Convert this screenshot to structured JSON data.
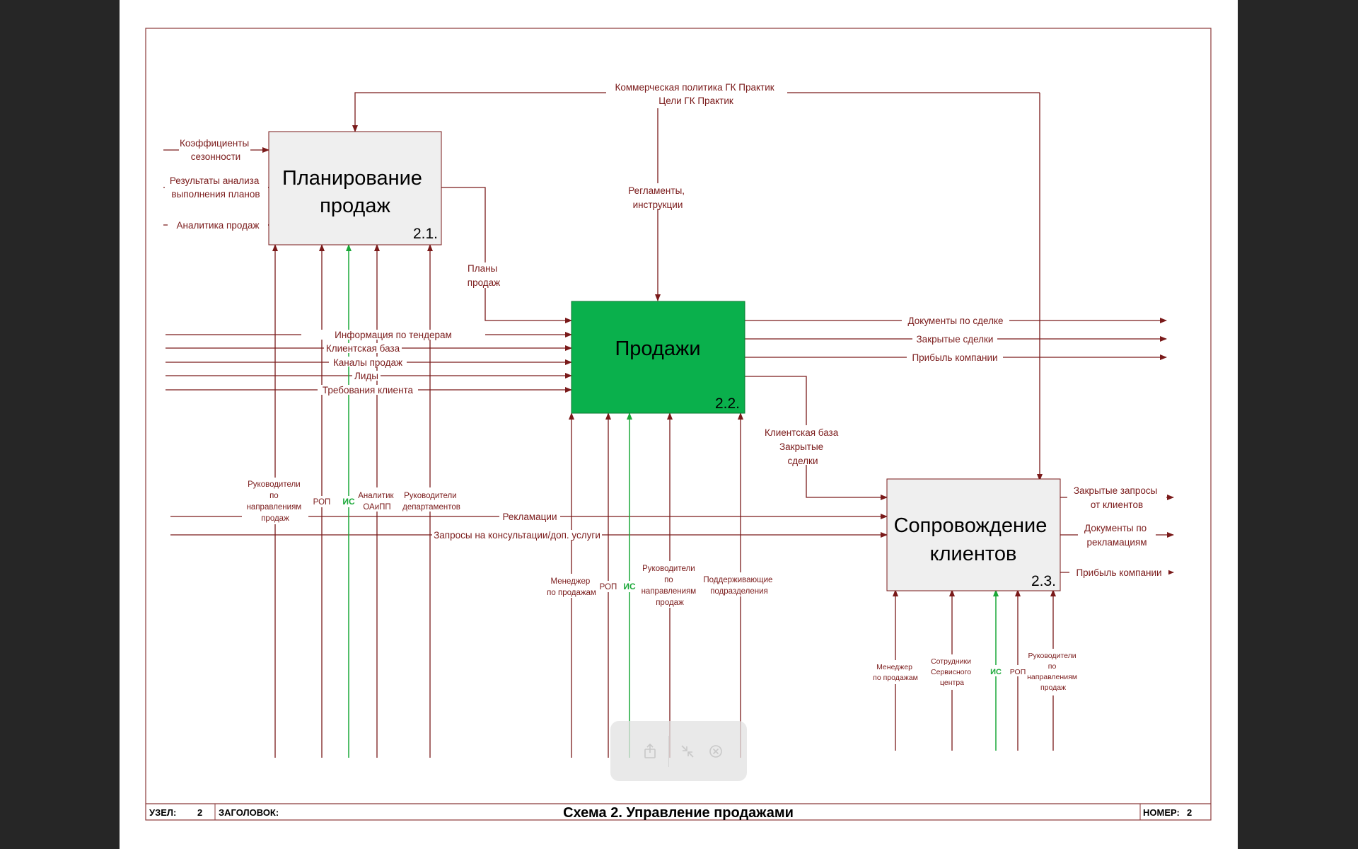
{
  "boxes": [
    {
      "title": [
        "Планирование",
        "продаж"
      ],
      "number": "2.1.",
      "color": "#efefef"
    },
    {
      "title": [
        "Продажи"
      ],
      "number": "2.2.",
      "color": "#0ab04c"
    },
    {
      "title": [
        "Сопровождение",
        "клиентов"
      ],
      "number": "2.3.",
      "color": "#efefef"
    }
  ],
  "control_top": [
    "Коммерческая политика ГК Практик",
    "Цели ГК Практик"
  ],
  "control_reglaments": [
    "Регламенты,",
    "инструкции"
  ],
  "plan_inputs": [
    [
      "Коэффициенты",
      "сезонности"
    ],
    [
      "Результаты анализа",
      "выполнения планов"
    ],
    [
      "Аналитика продаж"
    ]
  ],
  "plans_output": [
    "Планы",
    "продаж"
  ],
  "sales_inputs": [
    "Информация по тендерам",
    "Клиентская база",
    "Каналы продаж",
    "Лиды",
    "Требования клиента"
  ],
  "sales_outputs": [
    "Документы по сделке",
    "Закрытые сделки",
    "Прибыль компании"
  ],
  "sales_to_support": [
    "Клиентская база",
    "Закрытые",
    "сделки"
  ],
  "support_inputs": [
    "Рекламации",
    "Запросы на консультации/доп. услуги"
  ],
  "support_outputs": [
    [
      "Закрытые запросы",
      "от клиентов"
    ],
    [
      "Документы по",
      "рекламациям"
    ],
    [
      "Прибыль компании"
    ]
  ],
  "plan_mechanisms": [
    [
      "Руководители",
      "по",
      "направлениям",
      "продаж"
    ],
    [
      "РОП"
    ],
    [
      "ИС"
    ],
    [
      "Аналитик",
      "ОАиПП"
    ],
    [
      "Руководители",
      "департаментов"
    ]
  ],
  "sales_mechanisms": [
    [
      "Менеджер",
      "по продажам"
    ],
    [
      "РОП"
    ],
    [
      "ИС"
    ],
    [
      "Руководители",
      "по",
      "направлениям",
      "продаж"
    ],
    [
      "Поддерживающие",
      "подразделения"
    ]
  ],
  "support_mechanisms": [
    [
      "Менеджер",
      "по продажам"
    ],
    [
      "Сотрудники",
      "Сервисного",
      "центра"
    ],
    [
      "ИС"
    ],
    [
      "РОП"
    ],
    [
      "Руководители",
      "по",
      "направлениям",
      "продаж"
    ]
  ],
  "footer": {
    "node_label": "УЗЕЛ:",
    "node_value": "2",
    "title_label": "ЗАГОЛОВОК:",
    "title": "Схема 2. Управление продажами",
    "number_label": "НОМЕР:",
    "number_value": "2"
  },
  "colors": {
    "arrow": "#7a1a1a",
    "is_arrow": "#1aa838",
    "sales_box": "#0ab04c",
    "frame": "#8b3a3a"
  },
  "toolbar_icons": [
    "share-icon",
    "collapse-icon",
    "close-icon"
  ]
}
